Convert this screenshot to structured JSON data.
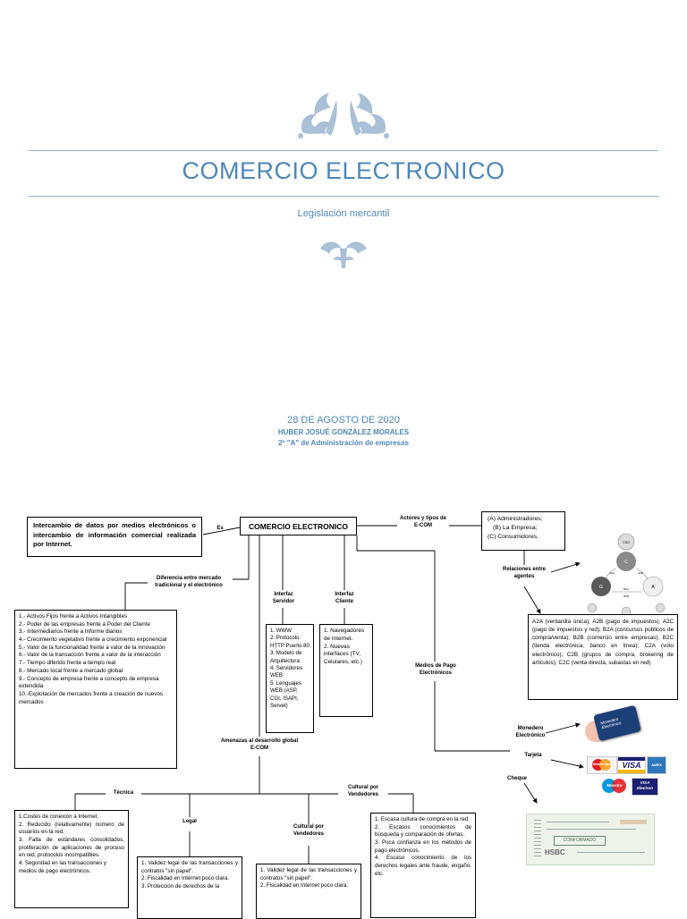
{
  "cover": {
    "title": "COMERCIO ELECTRONICO",
    "subtitle": "Legislación mercantil",
    "date": "28 DE AGOSTO DE 2020",
    "author": "HUBER JOSUÉ GONZÁLEZ MORALES",
    "course": "2º \"A\" de Administración de empresas",
    "accent_color": "#4f87b8",
    "ornament_color": "#a9c0d6"
  },
  "map": {
    "main": "COMERCIO ELECTRONICO",
    "link_es": "Es",
    "definition": "Intercambio de datos por medios electrónicos o intercambio de información comercial realizada por Internet.",
    "link_actors": "Actores y tipos de E-COM",
    "actors": [
      "(A)  Administradores;",
      "(B)  La Empresa;",
      "(C)  Consumidores."
    ],
    "link_relations": "Relaciones entre agentes",
    "relations": "A2A (ventanilla única); A2B (pago de impuestos); A2C (pago de impuestos y red); B2A (concursos públicos de compra/venta); B2B (comercio entre empresas); B2C (tienda electrónica, banco en línea); C2A (voto electrónico); C2B (grupos de compra, brokering de artículos); C2C (venta directa, subastas en red)",
    "diagram_nodes": [
      "CSO",
      "C",
      "G",
      "A",
      "B2A",
      "B2B",
      "A2A",
      "A2B"
    ],
    "link_difference": "Diferencia entre mercado tradicional y el electrónico",
    "differences": [
      "1.- Activos Fijos frente a Activos Intangibles",
      "2.- Poder de las empresas frente a Poder del Cliente",
      "3.- Intermediarios frente a Informe diarios",
      "4.- Crecimiento vegetativo frente a crecimiento exponencial",
      "5.- Valor de la funcionalidad frente a valor de la innovación",
      "6.- Valor de la transacción frente a valor de la interacción",
      "7.- Tiempo diferido frente a tiempo real",
      "8.- Mercado local frente a mercado global",
      "9.- Concepto de empresa frente a concepto de empresa extendida",
      "10.-Explotación de mercados frente a creación de nuevos mercados"
    ],
    "link_server": "Interfaz Servidor",
    "server_items": [
      "1. WWW",
      "2. Protocolo HTTP Puerto 80",
      "3. Modelo de Arquitectura",
      "4. Servidores WEB",
      "5. Lenguajes WEB (ASP, CGI, ISAPI, Servet)"
    ],
    "link_client": "Interfaz Cliente",
    "client_items": [
      "1. Navegadores de Internet.",
      "2. Nuevas interfaces (TV, Celulares, etc.)"
    ],
    "link_payment": "Medios de Pago Electrónicos",
    "payment_methods": [
      "Monedero Electrónico",
      "Tarjeta",
      "Cheque"
    ],
    "card_brands": [
      "MasterCard",
      "VISA",
      "AMEX",
      "Maestro",
      "VISA Electron"
    ],
    "wallet_card_text": "Monedero Electrónico",
    "cheque_texts": [
      "HSBC",
      "CONFORMADO"
    ],
    "link_threats": "Amenazas al desarrollo global E-COM",
    "threat_technical": "Técnica",
    "threat_legal": "Legal",
    "threat_cultural_1": "Cultural por Vendedores",
    "threat_cultural_2": "Cultural por Vendedores",
    "technical_items": [
      "1.Costes de conexión a Internet.",
      "2. Reducido (relativamente) número de usuarios en la red.",
      "3. Falta de estándares consolidados, proliferación de aplicaciones de proceso en red, protocolos incompatibles.",
      "4. Seguridad en las transacciones y medios de pago electrónicos."
    ],
    "legal_items": [
      "1. Validez legal de las transacciones y contratos \"sin papel\".",
      "2. Fiscalidad en Internet poco clara.",
      "3. Protección de derechos de la"
    ],
    "cultural_items": [
      "1. Validez legal de las transacciones y contratos \"sin papel\".",
      "2. Fiscalidad en Internet poco clara."
    ],
    "vendor_items": [
      "1. Escasa cultura de compra en la red.",
      "2. Escasos conocimientos de búsqueda y comparación de ofertas.",
      "3. Poca confianza en los métodos de pago electrónicos.",
      "4. Escaso conocimiento de los derechos legales ante fraude, engaño, etc."
    ]
  }
}
